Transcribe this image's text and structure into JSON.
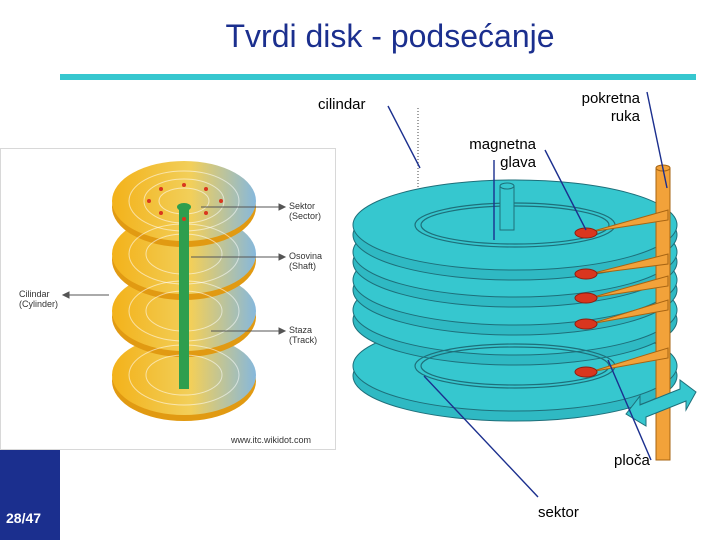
{
  "slide": {
    "title": "Tvrdi disk - podsećanje",
    "page_number": "28/47"
  },
  "diagram": {
    "labels": {
      "cylinder": "cilindar",
      "arm": "pokretna\nruka",
      "head": "magnetna\nglava",
      "platter": "ploča",
      "sector": "sektor"
    }
  },
  "photo": {
    "labels": {
      "sector": "Sektor\n(Sector)",
      "shaft": "Osovina\n(Shaft)",
      "track": "Staza\n(Track)",
      "cylinder": "Cilindar\n(Cylinder)"
    },
    "credit": "www.itc.wikidot.com"
  },
  "colors": {
    "title": "#1b2f8e",
    "accent_line": "#36c7cf",
    "platter": "#36c7cf",
    "arm": "#f2a23a",
    "head": "#d9361e"
  }
}
